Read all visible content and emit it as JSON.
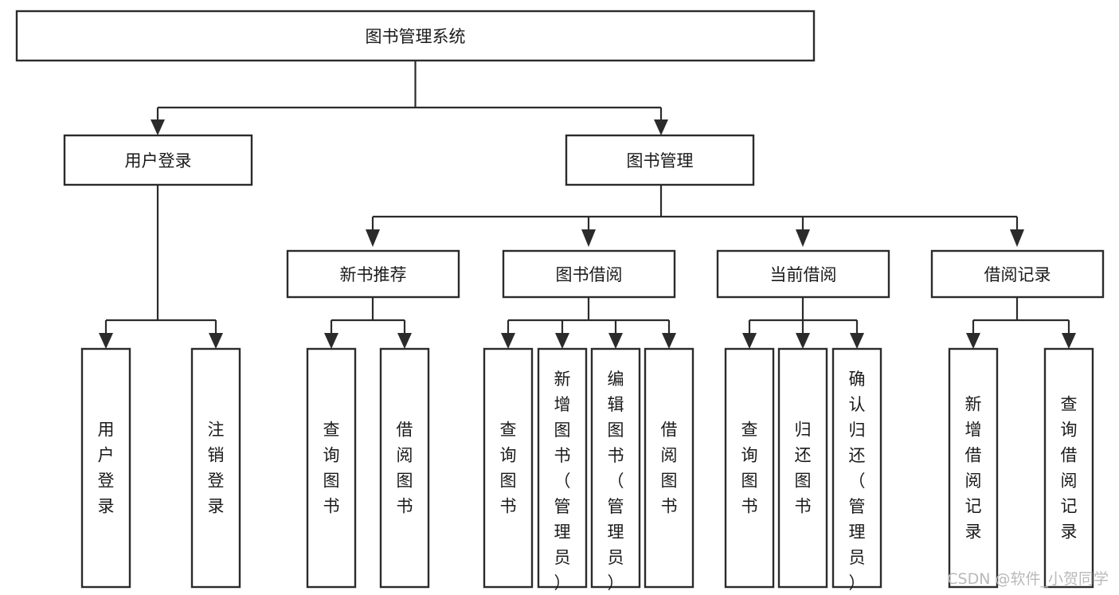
{
  "diagram": {
    "type": "tree",
    "title": "图书管理系统",
    "orientation": "top-down",
    "nodes": {
      "root": {
        "label": "图书管理系统",
        "level": 0,
        "orientation": "horizontal"
      },
      "l1_0": {
        "label": "用户登录",
        "level": 1,
        "orientation": "horizontal"
      },
      "l1_1": {
        "label": "图书管理",
        "level": 1,
        "orientation": "horizontal"
      },
      "l2_0": {
        "label": "新书推荐",
        "level": 2,
        "orientation": "horizontal"
      },
      "l2_1": {
        "label": "图书借阅",
        "level": 2,
        "orientation": "horizontal"
      },
      "l2_2": {
        "label": "当前借阅",
        "level": 2,
        "orientation": "horizontal"
      },
      "l2_3": {
        "label": "借阅记录",
        "level": 2,
        "orientation": "horizontal"
      },
      "leaf_0": {
        "label": "用户登录",
        "level": 3,
        "orientation": "vertical",
        "parent": "用户登录"
      },
      "leaf_1": {
        "label": "注销登录",
        "level": 3,
        "orientation": "vertical",
        "parent": "用户登录"
      },
      "leaf_2": {
        "label": "查询图书",
        "level": 3,
        "orientation": "vertical",
        "parent": "新书推荐"
      },
      "leaf_3": {
        "label": "借阅图书",
        "level": 3,
        "orientation": "vertical",
        "parent": "新书推荐"
      },
      "leaf_4": {
        "label": "查询图书",
        "level": 3,
        "orientation": "vertical",
        "parent": "图书借阅"
      },
      "leaf_5": {
        "label": "新增图书（管理员）",
        "level": 3,
        "orientation": "vertical",
        "parent": "图书借阅"
      },
      "leaf_6": {
        "label": "编辑图书（管理员）",
        "level": 3,
        "orientation": "vertical",
        "parent": "图书借阅"
      },
      "leaf_7": {
        "label": "借阅图书",
        "level": 3,
        "orientation": "vertical",
        "parent": "图书借阅"
      },
      "leaf_8": {
        "label": "查询图书",
        "level": 3,
        "orientation": "vertical",
        "parent": "当前借阅"
      },
      "leaf_9": {
        "label": "归还图书",
        "level": 3,
        "orientation": "vertical",
        "parent": "当前借阅"
      },
      "leaf_10": {
        "label": "确认归还（管理员）",
        "level": 3,
        "orientation": "vertical",
        "parent": "当前借阅"
      },
      "leaf_11": {
        "label": "新增借阅记录",
        "level": 3,
        "orientation": "vertical",
        "parent": "借阅记录"
      },
      "leaf_12": {
        "label": "查询借阅记录",
        "level": 3,
        "orientation": "vertical",
        "parent": "借阅记录"
      }
    },
    "colors": {
      "box_stroke": "#2b2b2b",
      "box_fill": "#ffffff",
      "connector": "#2b2b2b",
      "text": "#1a1a1a",
      "watermark": "#b9b9b9",
      "background": "#ffffff"
    }
  },
  "watermark": {
    "text": "CSDN @软件_小贺同学"
  }
}
